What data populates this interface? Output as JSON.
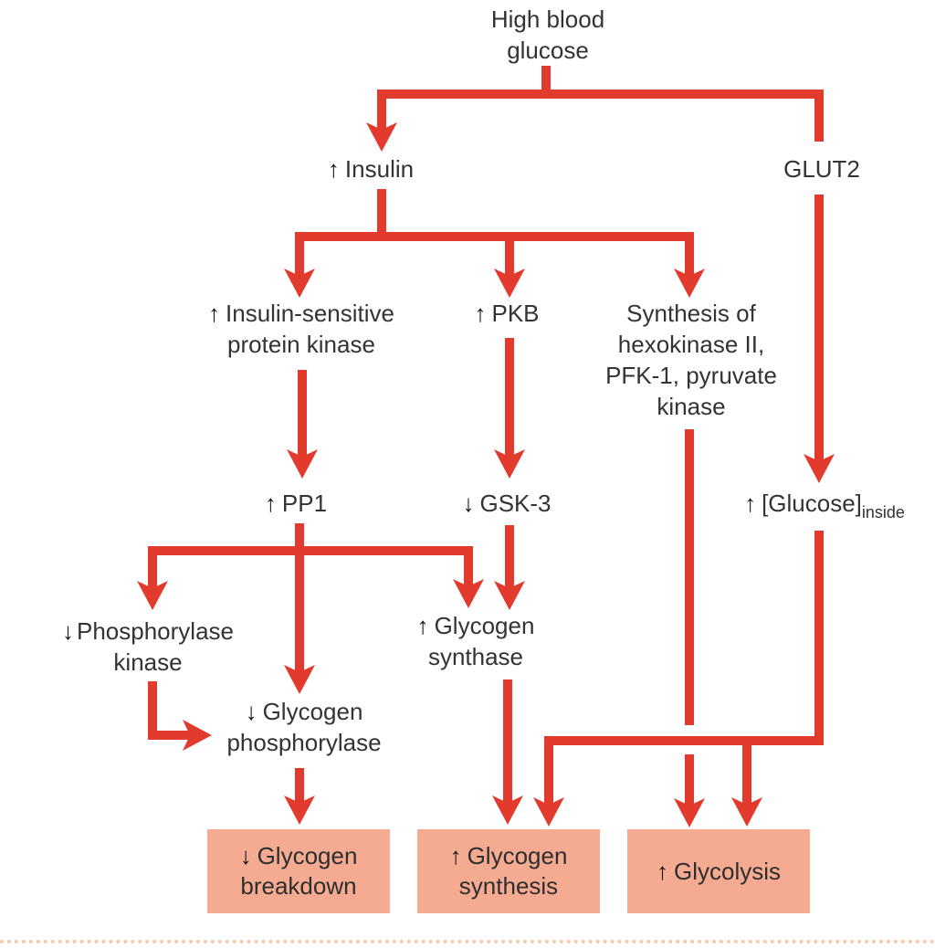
{
  "colors": {
    "connector_red": "#e23a2d",
    "box_fill": "#f4ab92",
    "label_text": "#333333",
    "arrow_glyph": "#141414",
    "dotted_line": "#f6c9ab",
    "background": "#ffffff"
  },
  "nodes": {
    "high_blood_glucose": {
      "line1": "High blood",
      "line2": "glucose"
    },
    "insulin": {
      "arrow": "↑",
      "label": "Insulin"
    },
    "glut2": {
      "label": "GLUT2"
    },
    "insulin_sensitive_kinase": {
      "arrow": "↑",
      "line1": "Insulin-sensitive",
      "line2": "protein kinase"
    },
    "pkb": {
      "arrow": "↑",
      "label": "PKB"
    },
    "synthesis_hexokinase": {
      "line1": "Synthesis of",
      "line2": "hexokinase II,",
      "line3": "PFK-1, pyruvate",
      "line4": "kinase"
    },
    "pp1": {
      "arrow": "↑",
      "label": "PP1"
    },
    "gsk3": {
      "arrow": "↓",
      "label": "GSK-3"
    },
    "glucose_inside": {
      "arrow": "↑",
      "label": "[Glucose]",
      "subscript": "inside"
    },
    "phosphorylase_kinase": {
      "arrow": "↓",
      "line1": "Phosphorylase",
      "line2": "kinase"
    },
    "glycogen_synthase": {
      "arrow": "↑",
      "line1": "Glycogen",
      "line2": "synthase"
    },
    "glycogen_phosphorylase": {
      "arrow": "↓",
      "line1": "Glycogen",
      "line2": "phosphorylase"
    },
    "glycogen_breakdown": {
      "arrow": "↓",
      "line1": "Glycogen",
      "line2": "breakdown"
    },
    "glycogen_synthesis": {
      "arrow": "↑",
      "line1": "Glycogen",
      "line2": "synthesis"
    },
    "glycolysis": {
      "arrow": "↑",
      "label": "Glycolysis"
    }
  }
}
